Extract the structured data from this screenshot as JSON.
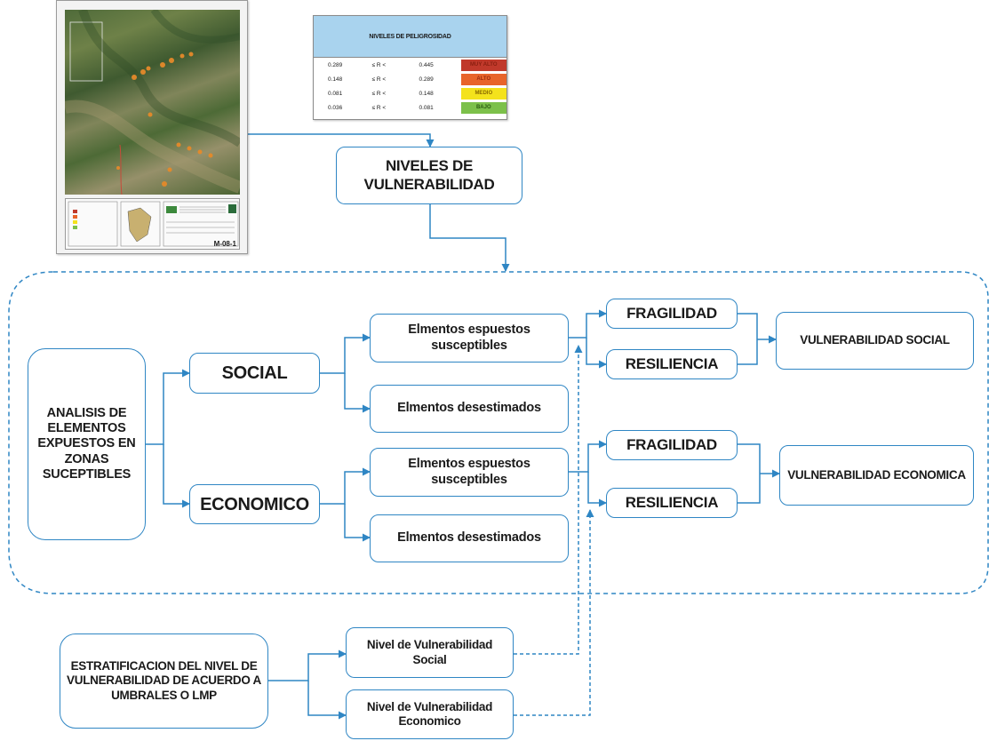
{
  "map_thumbnail": {
    "sheet_code": "M-08-1"
  },
  "hazard_legend": {
    "title": "NIVELES DE PELIGROSIDAD",
    "rows": [
      {
        "min": "0.289",
        "operator": "≤ R <",
        "max": "0.445",
        "level": "MUY ALTO",
        "color": "#c0392b"
      },
      {
        "min": "0.148",
        "operator": "≤ R <",
        "max": "0.289",
        "level": "ALTO",
        "color": "#e8642a"
      },
      {
        "min": "0.081",
        "operator": "≤ R <",
        "max": "0.148",
        "level": "MEDIO",
        "color": "#f4e21c"
      },
      {
        "min": "0.036",
        "operator": "≤ R <",
        "max": "0.081",
        "level": "BAJO",
        "color": "#7cc04a"
      }
    ]
  },
  "flow": {
    "niveles_vulnerabilidad": "NIVELES DE VULNERABILIDAD",
    "analisis": "ANALISIS DE ELEMENTOS EXPUESTOS EN ZONAS SUCEPTIBLES",
    "social": "SOCIAL",
    "economico": "ECONOMICO",
    "social_susceptibles": "Elmentos espuestos susceptibles",
    "social_desestimados": "Elmentos desestimados",
    "economico_susceptibles": "Elmentos espuestos susceptibles",
    "economico_desestimados": "Elmentos desestimados",
    "fragilidad_social": "FRAGILIDAD",
    "resiliencia_social": "RESILIENCIA",
    "fragilidad_economica": "FRAGILIDAD",
    "resiliencia_economica": "RESILIENCIA",
    "vulnerabilidad_social": "VULNERABILIDAD SOCIAL",
    "vulnerabilidad_economica": "VULNERABILIDAD ECONOMICA",
    "estratificacion": "ESTRATIFICACION DEL NIVEL DE VULNERABILIDAD DE ACUERDO A UMBRALES O LMP",
    "nivel_social": "Nivel de Vulnerabilidad Social",
    "nivel_economico": "Nivel de Vulnerabilidad Economico"
  },
  "colors": {
    "accent": "#2f86c4"
  }
}
